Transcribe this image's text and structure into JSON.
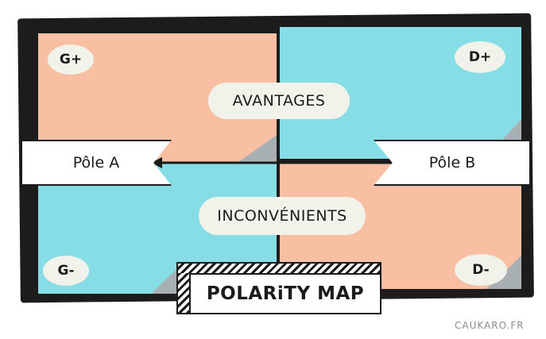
{
  "colors": {
    "warm": "#f8bfa3",
    "cool": "#86dde6",
    "frame": "#1c1c1c"
  },
  "quadrants": {
    "top_left": "G+",
    "top_right": "D+",
    "bottom_left": "G-",
    "bottom_right": "D-"
  },
  "center_labels": {
    "top": "AVANTAGES",
    "bottom": "INCONVÉNIENTS"
  },
  "poles": {
    "left": "Pôle A",
    "right": "Pôle B"
  },
  "title": "POLARiTY MAP",
  "credit": "CAUKARO.FR"
}
